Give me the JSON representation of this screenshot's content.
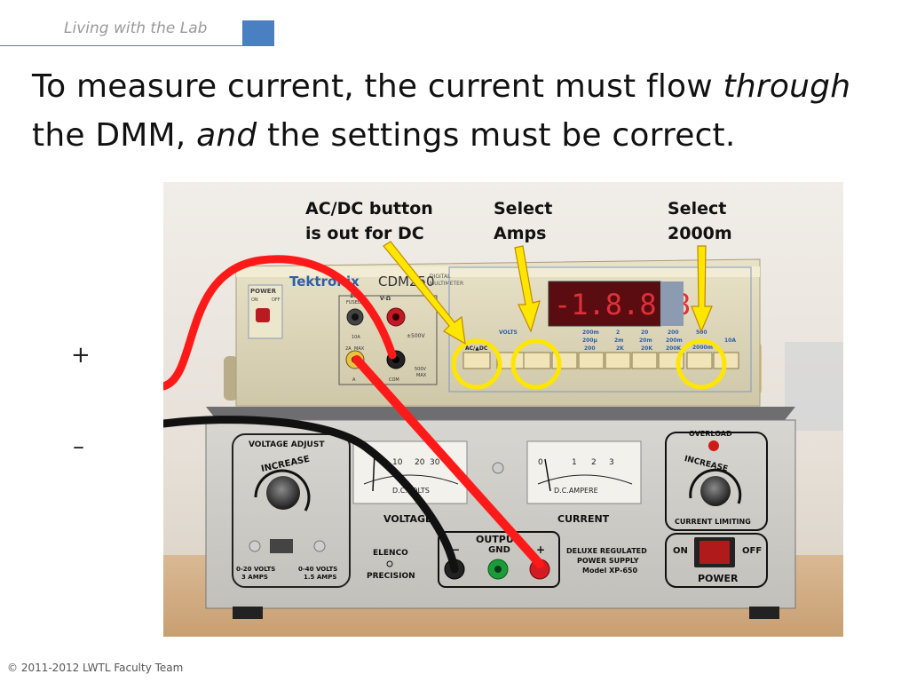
{
  "header": {
    "title": "Living with the Lab"
  },
  "slide": {
    "title_part1": "To measure current, the current must flow ",
    "title_em1": "through",
    "title_part2": " the DMM, ",
    "title_em2": "and",
    "title_part3": " the settings must be correct."
  },
  "photo": {
    "callouts": {
      "acdc_line1": "AC/DC button",
      "acdc_line2": "is out for DC",
      "amps_line1": "Select",
      "amps_line2": "Amps",
      "range_line1": "Select",
      "range_line2": "2000m"
    },
    "dmm": {
      "brand": "Tektronix",
      "model": "CDM250",
      "model_sub1": "DIGITAL",
      "model_sub2": "MULTIMETER",
      "power_label": "POWER",
      "on_label": "ON",
      "off_label": "OFF",
      "jack_10a": "10A",
      "jack_10a_sub": "FUSED",
      "jack_v": "V·Ω",
      "jack_a": "A",
      "jack_com": "COM",
      "max_label": "MAX",
      "rating_2a": "2A",
      "rating_10a": "10A",
      "rating_500v_1": "±500V",
      "rating_500v_2": "500V",
      "rating_500v_max": "MAX",
      "display": "-1.8.8.8",
      "volts_label": "VOLTS",
      "acdc_label": "AC/▲DC",
      "range_row1": [
        "200m",
        "2",
        "20",
        "200",
        "500"
      ],
      "range_row2": [
        "200µ",
        "2m",
        "20m",
        "200m",
        "2000m"
      ],
      "range_row3": [
        "200",
        "2K",
        "20K",
        "200K"
      ],
      "range_10a": "10A"
    },
    "psu": {
      "voltage_adjust": "VOLTAGE ADJUST",
      "increase": "INCREASE",
      "range_low": "0-20 VOLTS",
      "range_low_sub": "3 AMPS",
      "range_high": "0-40 VOLTS",
      "range_high_sub": "1.5 AMPS",
      "brand": "ELENCO",
      "brand_sub": "PRECISION",
      "meter_v_scale": [
        "10",
        "20",
        "30"
      ],
      "meter_v_unit": "D.C.VOLTS",
      "meter_v_label": "VOLTAGE",
      "meter_i_scale": [
        "0",
        "1",
        "2",
        "3"
      ],
      "meter_i_unit": "D.C.AMPERE",
      "meter_i_label": "CURRENT",
      "output": "OUTPUT",
      "gnd": "GND",
      "minus_sym": "−",
      "plus_sym": "+",
      "desc1": "DELUXE REGULATED",
      "desc2": "POWER SUPPLY",
      "desc3": "Model XP-650",
      "overload": "OVERLOAD",
      "current_limiting": "CURRENT LIMITING",
      "power": "POWER",
      "on": "ON",
      "off": "OFF"
    }
  },
  "polarity": {
    "plus": "+",
    "minus": "–"
  },
  "footer": {
    "copyright": "© 2011-2012 LWTL Faculty Team"
  },
  "colors": {
    "accent": "#4a7fc1",
    "wire_red": "#ff1a1a",
    "wire_black": "#111111",
    "highlight": "#ffe600"
  }
}
